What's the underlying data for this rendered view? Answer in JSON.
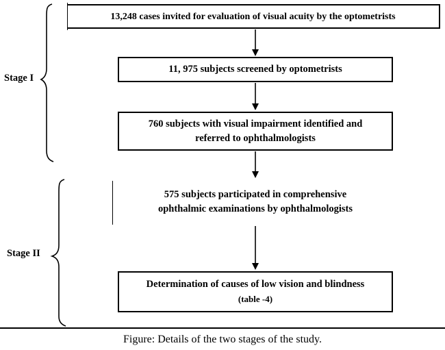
{
  "stage1": {
    "label": "Stage I",
    "box1": "13,248 cases invited for evaluation of visual acuity by the optometrists",
    "box2": "11, 975 subjects screened by optometrists",
    "box3_line1": "760 subjects with visual impairment identified and",
    "box3_line2": "referred to ophthalmologists"
  },
  "stage2": {
    "label": "Stage II",
    "box4_line1": "575 subjects participated in comprehensive",
    "box4_line2": "ophthalmic examinations by ophthalmologists",
    "box5_line1": "Determination of causes of low vision and blindness",
    "box5_line2": "(table -4)"
  },
  "caption": "Figure: Details of the two stages of the study."
}
